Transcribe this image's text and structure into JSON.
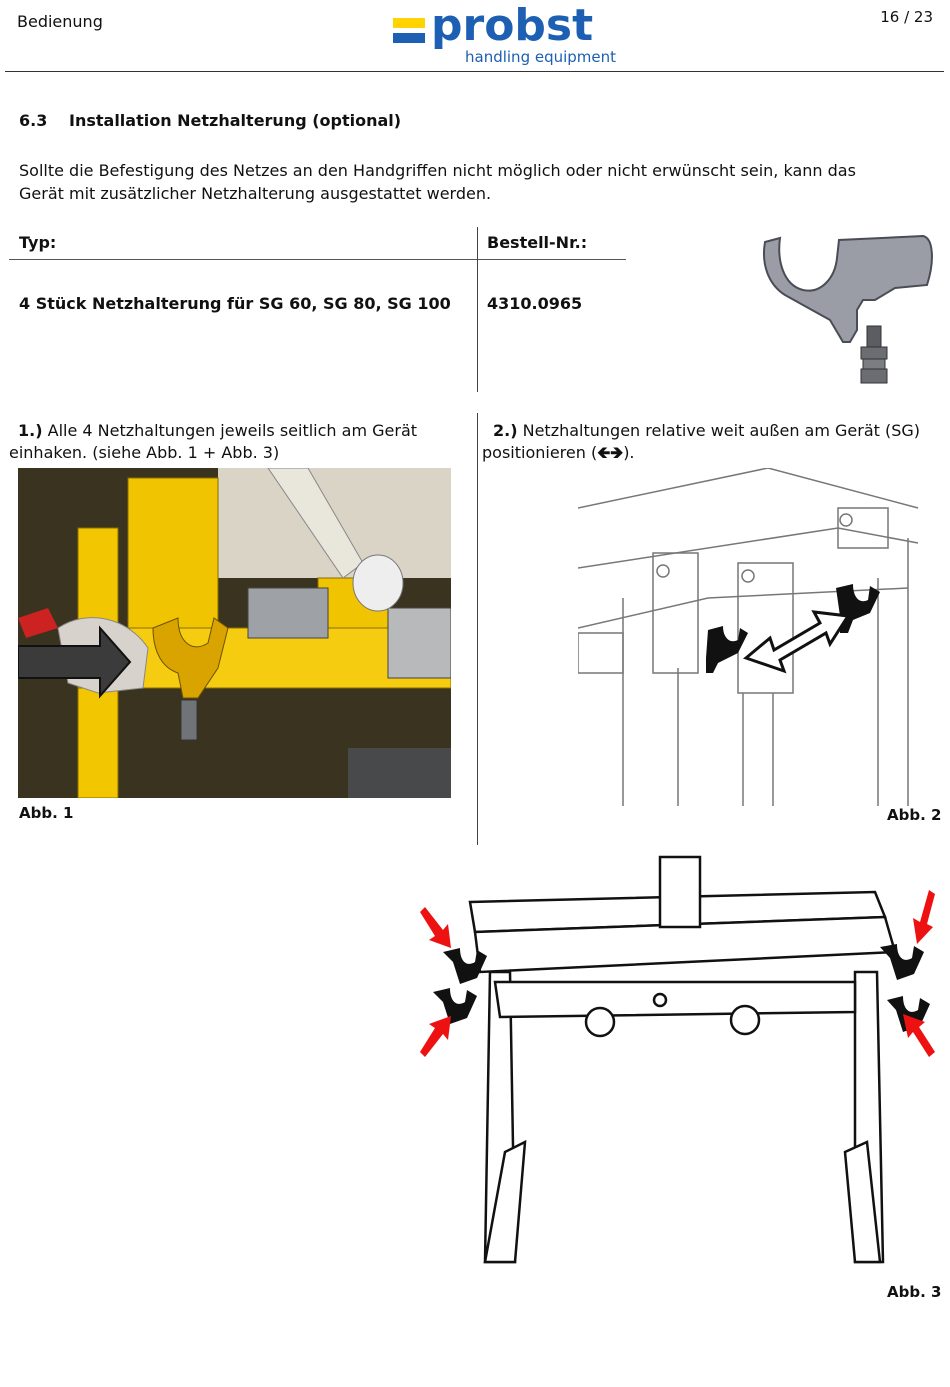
{
  "header": {
    "section": "Bedienung",
    "page": "16 / 23",
    "logo_word": "probst",
    "logo_sub": "handling equipment"
  },
  "section": {
    "number": "6.3",
    "title": "Installation Netzhalterung (optional)"
  },
  "intro": "Sollte die Befestigung des Netzes an den Handgriffen nicht möglich oder nicht erwünscht sein, kann das Gerät mit zusätzlicher Netzhalterung ausgestattet werden.",
  "table": {
    "col_typ": "Typ:",
    "col_nr": "Bestell-Nr.:",
    "row_typ": "4 Stück Netzhalterung für SG 60, SG 80, SG 100",
    "row_nr": "4310.0965"
  },
  "steps": {
    "step1_num": "1.)",
    "step1_text": " Alle 4 Netzhaltungen jeweils seitlich am Gerät einhaken. (siehe Abb. 1 + Abb. 3)",
    "step2_num": "2.)",
    "step2_text": " Netzhaltungen relative weit außen am Gerät (SG) positionieren (",
    "step2_arrows": "🡸🡺",
    "step2_end": ")."
  },
  "captions": {
    "abb1": "Abb. 1",
    "abb2": "Abb. 2",
    "abb3": "Abb. 3"
  },
  "colors": {
    "brand_blue": "#1d5fb3",
    "brand_yellow": "#ffd400",
    "frame_yellow": "#f2c600",
    "arrow_red": "#e11"
  }
}
